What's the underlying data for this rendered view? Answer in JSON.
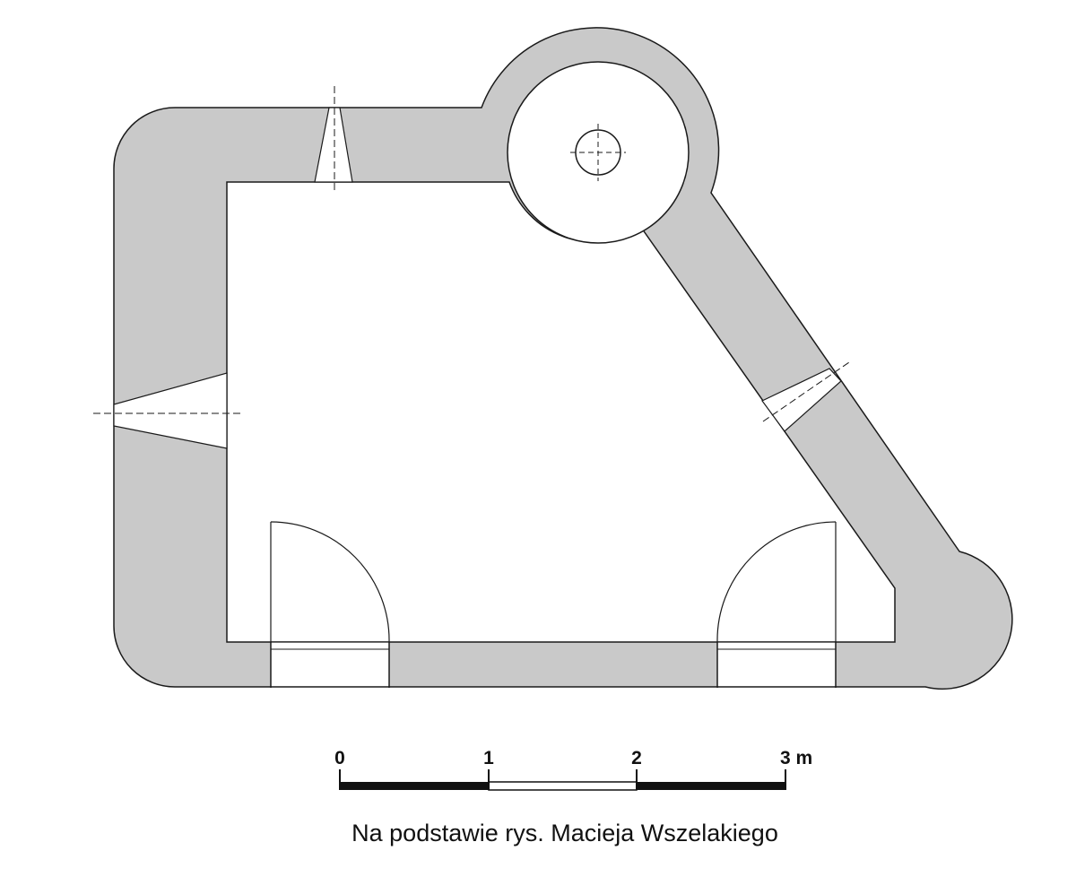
{
  "colors": {
    "wall_fill": "#c9c9c9",
    "line": "#1a1a1a",
    "background": "#ffffff"
  },
  "scale_bar": {
    "unit": "m",
    "ticks": [
      "0",
      "1",
      "2",
      "3 m"
    ],
    "segments": [
      "solid",
      "hollow",
      "solid"
    ]
  },
  "caption": "Na podstawie rys. Macieja Wszelakiego"
}
